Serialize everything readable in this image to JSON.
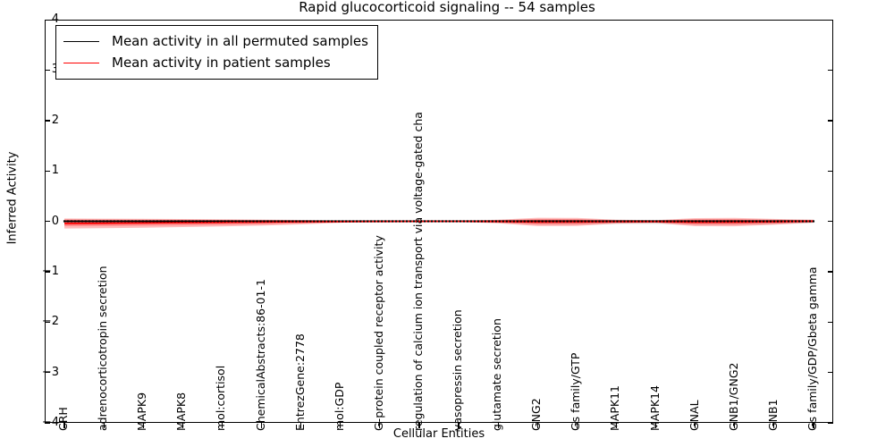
{
  "chart_data": {
    "type": "line",
    "title": "Rapid glucocorticoid signaling -- 54 samples",
    "xlabel": "Cellular Entities",
    "ylabel": "Inferred Activity",
    "ylim": [
      -4,
      4
    ],
    "yticks": [
      "4",
      "3",
      "2",
      "1",
      "0",
      "-1",
      "-2",
      "-3",
      "-4"
    ],
    "grid": false,
    "legend_position": "upper left",
    "categories": [
      "CRH",
      "adrenocorticotropin secretion",
      "MAPK9",
      "MAPK8",
      "mol:cortisol",
      "ChemicalAbstracts:86-01-1",
      "EntrezGene:2778",
      "mol:GDP",
      "G-protein coupled receptor activity",
      "regulation of calcium ion transport via voltage-gated cha",
      "vasopressin secretion",
      "glutamate secretion",
      "GNG2",
      "Gs family/GTP",
      "MAPK11",
      "MAPK14",
      "GNAL",
      "GNB1/GNG2",
      "GNB1",
      "Gs family/GDP/Gbeta gamma"
    ],
    "series": [
      {
        "name": "Mean activity in all permuted samples",
        "color": "#000000",
        "band_color": "#c8c8c8",
        "values": [
          0.0,
          0.0,
          0.0,
          0.0,
          0.0,
          0.0,
          0.0,
          0.0,
          0.0,
          0.0,
          0.0,
          0.0,
          0.0,
          0.0,
          0.0,
          0.0,
          0.0,
          0.0,
          0.0,
          0.0
        ],
        "band_upper": [
          0.012,
          0.012,
          0.012,
          0.012,
          0.012,
          0.012,
          0.012,
          0.012,
          0.012,
          0.012,
          0.012,
          0.014,
          0.03,
          0.03,
          0.028,
          0.028,
          0.03,
          0.034,
          0.034,
          0.03
        ],
        "band_lower": [
          -0.012,
          -0.012,
          -0.012,
          -0.012,
          -0.012,
          -0.012,
          -0.012,
          -0.012,
          -0.012,
          -0.012,
          -0.014,
          -0.03,
          -0.055,
          -0.06,
          -0.062,
          -0.064,
          -0.066,
          -0.066,
          -0.062,
          -0.04
        ]
      },
      {
        "name": "Mean activity in patient samples",
        "color": "#ff0000",
        "band_color": "#ff0000",
        "values": [
          -0.045,
          -0.04,
          -0.034,
          -0.028,
          -0.022,
          -0.016,
          -0.01,
          -0.006,
          -0.004,
          -0.002,
          -0.002,
          -0.004,
          -0.014,
          -0.012,
          -0.008,
          -0.006,
          -0.018,
          -0.016,
          -0.01,
          0.002
        ],
        "band_upper": [
          0.055,
          0.052,
          0.048,
          0.044,
          0.04,
          0.034,
          0.026,
          0.014,
          0.008,
          0.006,
          0.01,
          0.03,
          0.068,
          0.066,
          0.03,
          0.022,
          0.062,
          0.066,
          0.046,
          0.03
        ],
        "band_lower": [
          -0.145,
          -0.138,
          -0.128,
          -0.116,
          -0.102,
          -0.086,
          -0.062,
          -0.03,
          -0.014,
          -0.01,
          -0.014,
          -0.04,
          -0.096,
          -0.094,
          -0.046,
          -0.034,
          -0.098,
          -0.1,
          -0.068,
          -0.026
        ]
      }
    ]
  },
  "legend": {
    "entries": [
      {
        "label": "Mean activity in all permuted samples",
        "color": "#000000"
      },
      {
        "label": "Mean activity in patient samples",
        "color": "#ff0000"
      }
    ]
  }
}
